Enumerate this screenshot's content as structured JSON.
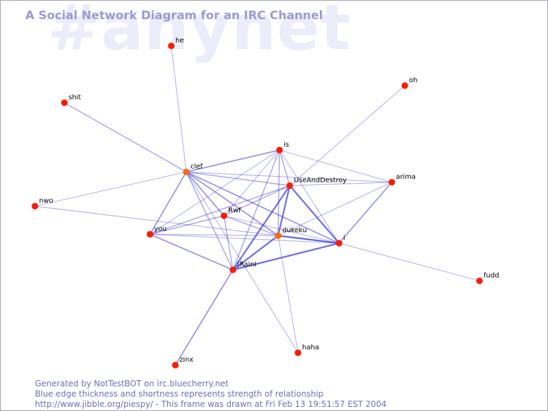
{
  "watermark": "#anynet",
  "title": "A Social Network Diagram for an IRC Channel",
  "footer": {
    "line1": "Generated by NotTestBOT on irc.bluecherry.net",
    "line2": "Blue edge thickness and shortness represents strength of relationship",
    "line3": "http://www.jibble.org/piespy/ - This frame was drawn at Fri Feb 13 19:51:57 EST 2004"
  },
  "colors": {
    "node_red": "#ff1a00",
    "node_orange": "#ff6a00",
    "edge": "#3a3ae0"
  },
  "nodes": [
    {
      "id": "he",
      "label": "he",
      "color": "red"
    },
    {
      "id": "oh",
      "label": "oh",
      "color": "red"
    },
    {
      "id": "shit",
      "label": "shit",
      "color": "red"
    },
    {
      "id": "is",
      "label": "is",
      "color": "red"
    },
    {
      "id": "clef",
      "label": "clef",
      "color": "orange"
    },
    {
      "id": "UseAndDestroy",
      "label": "UseAndDestroy",
      "color": "red"
    },
    {
      "id": "arima",
      "label": "arima",
      "color": "red"
    },
    {
      "id": "nwo",
      "label": "nwo",
      "color": "red"
    },
    {
      "id": "Rwf",
      "label": "Rwf",
      "color": "red"
    },
    {
      "id": "you",
      "label": "you",
      "color": "red"
    },
    {
      "id": "dukeku",
      "label": "dukeku",
      "color": "orange"
    },
    {
      "id": "i",
      "label": "i",
      "color": "red"
    },
    {
      "id": "JRainl",
      "label": "|RainI",
      "color": "red"
    },
    {
      "id": "fudd",
      "label": "fudd",
      "color": "red"
    },
    {
      "id": "haha",
      "label": "haha",
      "color": "red"
    },
    {
      "id": "zinx",
      "label": "zinx",
      "color": "red"
    }
  ],
  "edges": [
    {
      "from": "clef",
      "to": "he",
      "strength": 1
    },
    {
      "from": "UseAndDestroy",
      "to": "oh",
      "strength": 1
    },
    {
      "from": "clef",
      "to": "shit",
      "strength": 1.5
    },
    {
      "from": "clef",
      "to": "nwo",
      "strength": 1
    },
    {
      "from": "nwo",
      "to": "i",
      "strength": 1
    },
    {
      "from": "clef",
      "to": "is",
      "strength": 2
    },
    {
      "from": "clef",
      "to": "UseAndDestroy",
      "strength": 1.5
    },
    {
      "from": "clef",
      "to": "arima",
      "strength": 1
    },
    {
      "from": "clef",
      "to": "Rwf",
      "strength": 2
    },
    {
      "from": "clef",
      "to": "you",
      "strength": 2
    },
    {
      "from": "clef",
      "to": "dukeku",
      "strength": 2
    },
    {
      "from": "clef",
      "to": "i",
      "strength": 2
    },
    {
      "from": "clef",
      "to": "JRainl",
      "strength": 1.5
    },
    {
      "from": "clef",
      "to": "haha",
      "strength": 1
    },
    {
      "from": "is",
      "to": "UseAndDestroy",
      "strength": 1.5
    },
    {
      "from": "is",
      "to": "arima",
      "strength": 1
    },
    {
      "from": "is",
      "to": "Rwf",
      "strength": 1
    },
    {
      "from": "is",
      "to": "dukeku",
      "strength": 1.5
    },
    {
      "from": "is",
      "to": "i",
      "strength": 1
    },
    {
      "from": "is",
      "to": "JRainl",
      "strength": 1.5
    },
    {
      "from": "is",
      "to": "you",
      "strength": 1
    },
    {
      "from": "UseAndDestroy",
      "to": "arima",
      "strength": 1
    },
    {
      "from": "UseAndDestroy",
      "to": "Rwf",
      "strength": 1.5
    },
    {
      "from": "UseAndDestroy",
      "to": "dukeku",
      "strength": 3
    },
    {
      "from": "UseAndDestroy",
      "to": "i",
      "strength": 3
    },
    {
      "from": "UseAndDestroy",
      "to": "JRainl",
      "strength": 3
    },
    {
      "from": "UseAndDestroy",
      "to": "you",
      "strength": 1.5
    },
    {
      "from": "arima",
      "to": "i",
      "strength": 2
    },
    {
      "from": "arima",
      "to": "dukeku",
      "strength": 1
    },
    {
      "from": "Rwf",
      "to": "you",
      "strength": 1.5
    },
    {
      "from": "Rwf",
      "to": "dukeku",
      "strength": 1.5
    },
    {
      "from": "Rwf",
      "to": "i",
      "strength": 1
    },
    {
      "from": "Rwf",
      "to": "JRainl",
      "strength": 1.5
    },
    {
      "from": "you",
      "to": "dukeku",
      "strength": 1
    },
    {
      "from": "you",
      "to": "JRainl",
      "strength": 2
    },
    {
      "from": "you",
      "to": "i",
      "strength": 1
    },
    {
      "from": "dukeku",
      "to": "i",
      "strength": 3
    },
    {
      "from": "dukeku",
      "to": "JRainl",
      "strength": 3
    },
    {
      "from": "dukeku",
      "to": "haha",
      "strength": 1
    },
    {
      "from": "i",
      "to": "JRainl",
      "strength": 3
    },
    {
      "from": "i",
      "to": "fudd",
      "strength": 1
    },
    {
      "from": "JRainl",
      "to": "zinx",
      "strength": 2
    }
  ]
}
